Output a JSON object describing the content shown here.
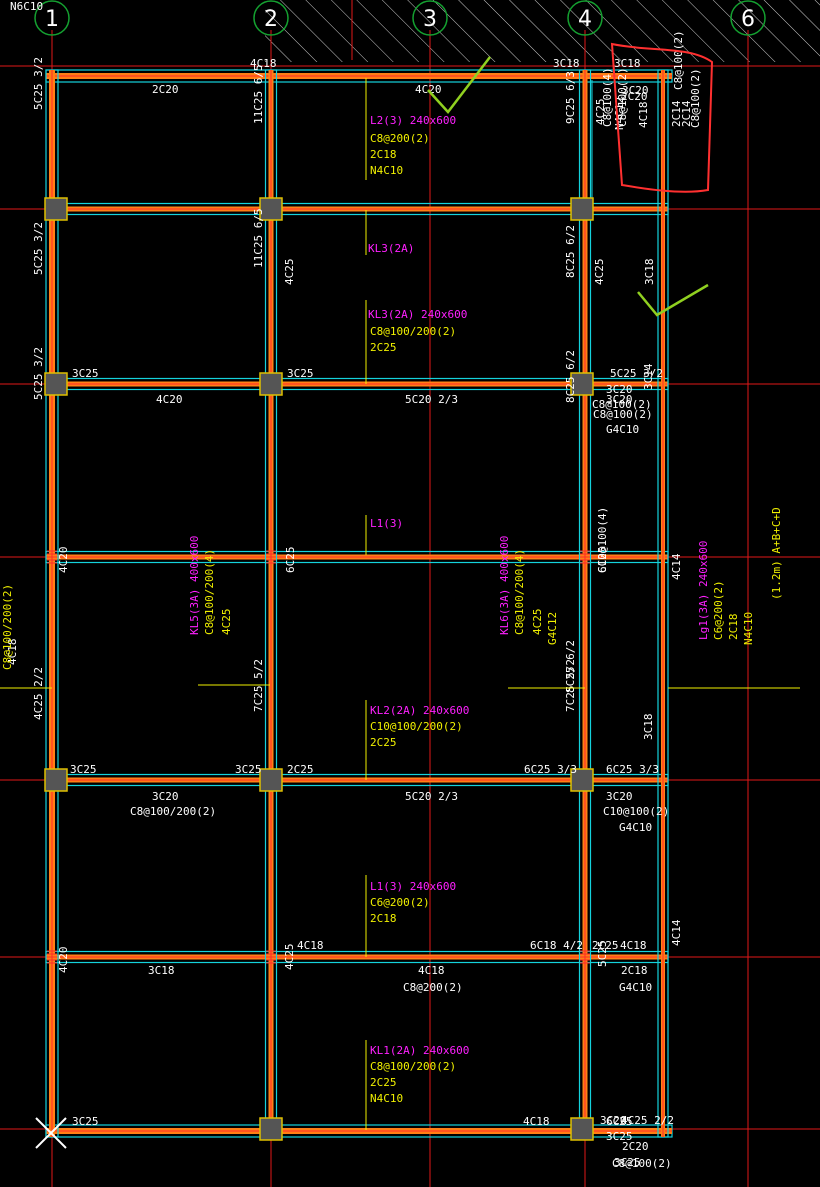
{
  "colors": {
    "background": "#000000",
    "grid_axis": "#e01818",
    "beam_outline": "#14d2dc",
    "beam_band": "#ff7f14",
    "beam_center": "#ff2a2a",
    "column": "#555555",
    "column_outline": "#e0c000",
    "axis_circle": "#14a030",
    "text_yellow": "#f0f000",
    "text_white": "#ffffff",
    "text_magenta": "#ff20ff",
    "markup_red": "#ff3030",
    "markup_green": "#90d020",
    "hatch": "#cccccc"
  },
  "axes": [
    "1",
    "2",
    "3",
    "4",
    "6"
  ],
  "labels_white": [
    "4C18",
    "3C18",
    "3C18",
    "2C20",
    "4C20",
    "3C20",
    "3C20",
    "2C20",
    "C8@100(2)",
    "3C25",
    "3C25",
    "3C25",
    "3C25",
    "2C25",
    "3C25",
    "5C25 3/2",
    "5C25 3/2",
    "5C25 3/2",
    "5C25 3/2",
    "4C25 2/2",
    "11C25 6/5",
    "11C25 6/5",
    "9C25 6/3",
    "8C25 6/2",
    "8C25 6/2",
    "8C25 6/2",
    "7C25 5/2",
    "7C25 5/2",
    "6C25 3/3",
    "6C25 3/3",
    "4C20",
    "4C20",
    "4C20",
    "5C20 2/3",
    "5C20 2/3",
    "3C20",
    "C8@100/200(2)",
    "3C20",
    "C8@100(2)",
    "G4C10",
    "3C20",
    "C10@100(2)",
    "G4C10",
    "4C18",
    "4C18",
    "6C18 4/2",
    "3C18",
    "4C18",
    "C8@200(2)",
    "2C18",
    "G4C10",
    "4C25",
    "6C25",
    "6C25",
    "4C25",
    "4C25",
    "5C25",
    "4C25",
    "2C20",
    "C8@100(2)",
    "2C14",
    "C8@100(4)",
    "N4C12",
    "4C18",
    "2C14",
    "C8@100(2)",
    "3C20",
    "C8@100(2)",
    "3C18",
    "4C14",
    "4C14",
    "3C14",
    "3C18",
    "4C18",
    "4C25 2/2",
    "3C25",
    "C8@100(2)",
    "C10@100(4)",
    "6C25",
    "3C25",
    "2C25",
    "4C18",
    "N6C10"
  ],
  "labels_magenta": [
    "L2(3) 240x600",
    "KL3(2A)",
    "KL3(2A) 240x600",
    "L1(3)",
    "KL5(3A) 400x600",
    "KL6(3A) 400x600",
    "KL2(2A) 240x600",
    "L1(3) 240x600",
    "KL1(2A) 240x600",
    "Lg1(3A) 240x600"
  ],
  "labels_yellow": [
    "C8@200(2)",
    "2C18",
    "N4C10",
    "C8@100/200(2)",
    "2C25",
    "C8@100/200(4)",
    "4C25",
    "C8@100/200(4)",
    "4C25",
    "G4C12",
    "C10@100/200(2)",
    "2C25",
    "C6@200(2)",
    "2C18",
    "C8@100/200(2)",
    "2C25",
    "N4C10",
    "C6@200(2)",
    "2C18",
    "N4C10",
    "(1.2m) A+B+C+D",
    "C8@100/200(2)"
  ]
}
